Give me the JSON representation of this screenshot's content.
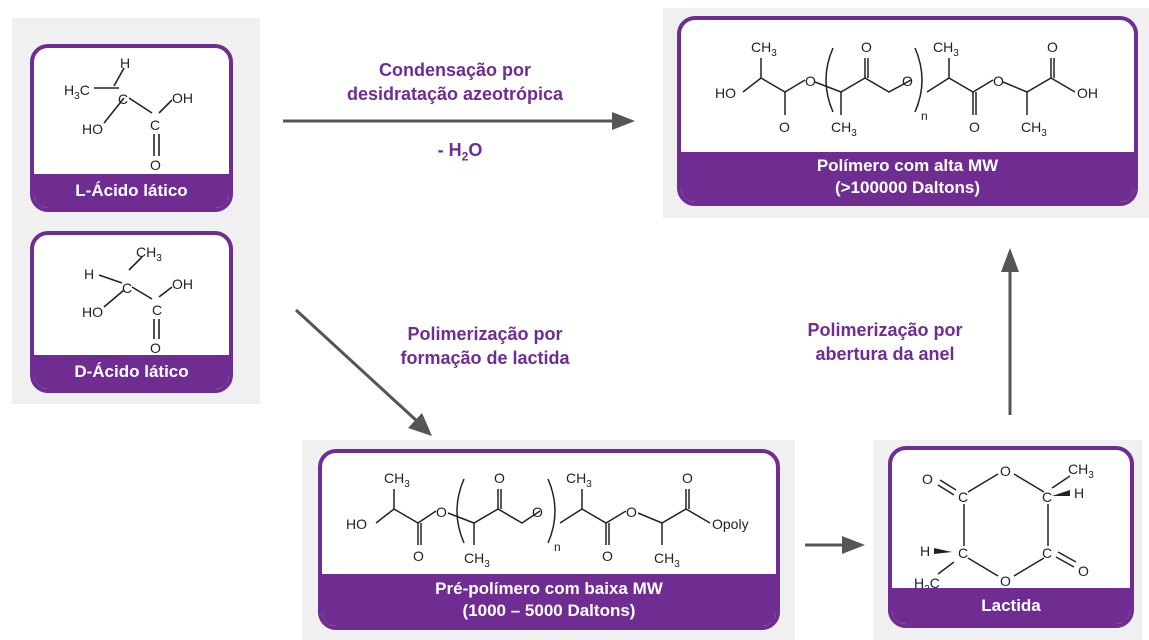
{
  "monomers": {
    "l_label": "L-Ácido lático",
    "d_label": "D-Ácido lático",
    "l_atoms": {
      "h": "H",
      "h3c": "H",
      "h3c_sub": "3",
      "h3c_c": "C",
      "oh": "OH",
      "c1": "C",
      "c2": "C",
      "ho": "HO",
      "o": "O"
    },
    "d_atoms": {
      "ch": "CH",
      "ch_sub": "3",
      "h": "H",
      "c1": "C",
      "c2": "C",
      "oh": "OH",
      "ho": "HO",
      "o": "O"
    }
  },
  "polymer_high": {
    "label_line1": "Polímero com alta MW",
    "label_line2": "(>100000 Daltons)",
    "atoms": {
      "ch": "CH",
      "sub": "3",
      "o": "O",
      "ho": "HO",
      "oh": "OH",
      "n": "n"
    }
  },
  "prepolymer": {
    "label_line1": "Pré-polímero com baixa MW",
    "label_line2": "(1000 – 5000 Daltons)",
    "atoms": {
      "ch": "CH",
      "sub": "3",
      "o": "O",
      "ho": "HO",
      "opoly": "Opoly",
      "n": "n"
    }
  },
  "lactide": {
    "label": "Lactida",
    "atoms": {
      "o": "O",
      "c": "C",
      "ch": "CH",
      "sub": "3",
      "h": "H",
      "h3c": "H",
      "h3c_c": "C"
    }
  },
  "route_condensation": {
    "line1": "Condensação por",
    "line2": "desidratação azeotrópica",
    "water": {
      "prefix": "- H",
      "sub": "2",
      "suffix": "O"
    }
  },
  "route_lactide": {
    "line1": "Polimerização por",
    "line2": "formação de lactida"
  },
  "route_ring_opening": {
    "line1": "Polimerização por",
    "line2": "abertura da anel"
  },
  "colors": {
    "accent": "#6f2c91",
    "panel": "#f0f0f0",
    "arrow": "#555555"
  }
}
